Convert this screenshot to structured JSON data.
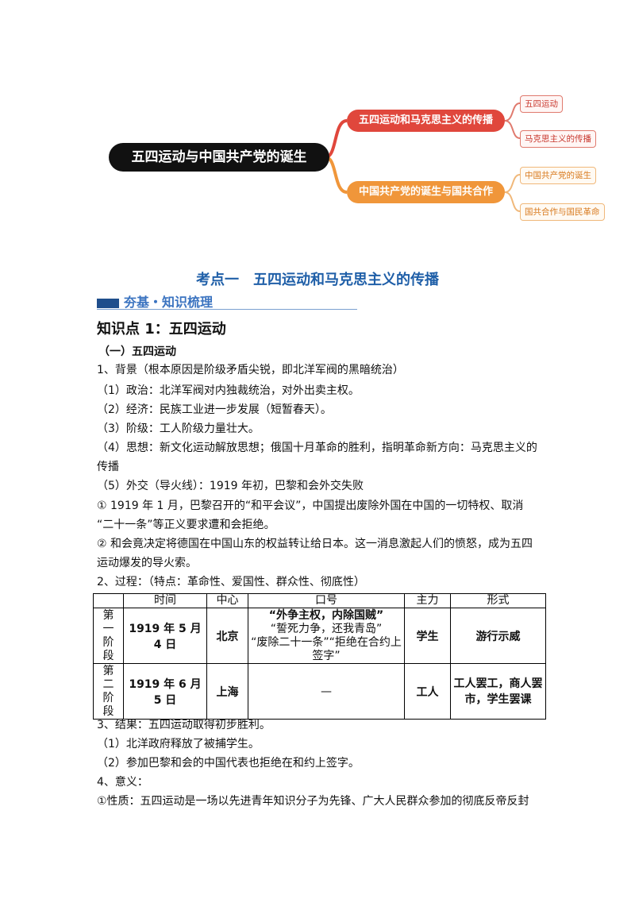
{
  "mindmap": {
    "root": "五四运动与中国共产党的诞生",
    "branches": [
      {
        "label": "五四运动和马克思主义的传播",
        "color": "#e0473c",
        "leaves": [
          "五四运动",
          "马克思主义的传播"
        ]
      },
      {
        "label": "中国共产党的诞生与国共合作",
        "color": "#f0963a",
        "leaves": [
          "中国共产党的诞生",
          "国共合作与国民革命"
        ]
      }
    ]
  },
  "section_title": "考点一　五四运动和马克思主义的传播",
  "banner": "夯基・知识梳理",
  "kp_title": "知识点 1：五四运动",
  "sub_title": "（一）五四运动",
  "lines": [
    "1、背景（根本原因是阶级矛盾尖锐，即北洋军阀的黑暗统治）",
    "（1）政治：北洋军阀对内独裁统治，对外出卖主权。",
    "（2）经济：民族工业进一步发展（短暂春天）。",
    "（3）阶级：工人阶级力量壮大。",
    "（4）思想：新文化运动解放思想；俄国十月革命的胜利，指明革命新方向：马克思主义的",
    "传播",
    "（5）外交（导火线）：1919 年初，巴黎和会外交失败",
    "①  1919 年 1 月，巴黎召开的“和平会议”，中国提出废除外国在中国的一切特权、取消",
    "“二十一条”等正义要求遭和会拒绝。",
    "②  和会竟决定将德国在中国山东的权益转让给日本。这一消息激起人们的愤怒，成为五四",
    "运动爆发的导火索。",
    "2、过程：（特点：革命性、爱国性、群众性、彻底性）"
  ],
  "table": {
    "headers": [
      "",
      "时间",
      "中心",
      "口号",
      "主力",
      "形式"
    ],
    "rows": [
      {
        "stage": "第一阶段",
        "time": "1919 年 5 月 4 日",
        "center": "北京",
        "slogans": [
          "“外争主权，内除国贼”",
          "“誓死力争，还我青岛”",
          "“废除二十一条”“拒绝在合约上签字”"
        ],
        "force": "学生",
        "form": "游行示威"
      },
      {
        "stage": "第二阶段",
        "time": "1919 年 6 月 5 日",
        "center": "上海",
        "slogans": [
          "—"
        ],
        "force": "工人",
        "form": "工人罢工，商人罢市，学生罢课"
      }
    ]
  },
  "lines_after": [
    "3、结果：五四运动取得初步胜利。",
    "（1）北洋政府释放了被捕学生。",
    "（2）参加巴黎和会的中国代表也拒绝在和约上签字。",
    "4、意义：",
    "①性质：五四运动是一场以先进青年知识分子为先锋、广大人民群众参加的彻底反帝反封"
  ]
}
